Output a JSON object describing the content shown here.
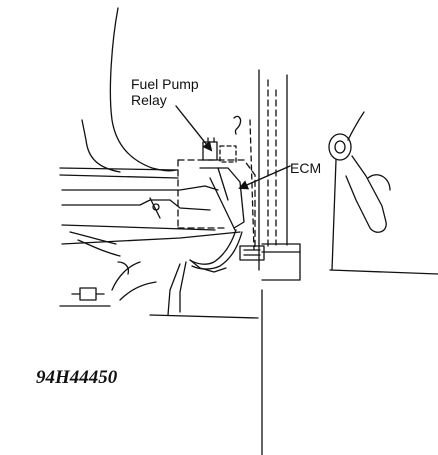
{
  "callouts": {
    "relay_line1": "Fuel Pump",
    "relay_line2": "Relay",
    "ecm": "ECM"
  },
  "figure_id": "94H44450",
  "colors": {
    "ink": "#111111",
    "paper": "#ffffff"
  }
}
